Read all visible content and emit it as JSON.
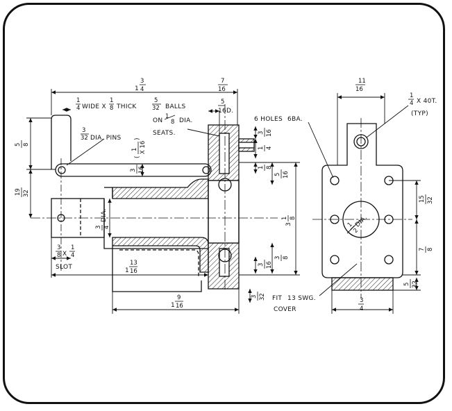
{
  "colors": {
    "ink": "#111111",
    "paper": "#ffffff",
    "hatch": "#333333"
  },
  "notes": {
    "wide_thick": "WIDE X",
    "thick": "THICK",
    "balls": "BALLS",
    "on_dia": "ON",
    "dia": "DIA.",
    "seats": "SEATS.",
    "dia_pins": "DIA. PINS",
    "six_holes": "6 HOLES",
    "six_ba": "6BA.",
    "x40t": "X 40T.",
    "typ": "(TYP)",
    "slot": "SLOT",
    "fit": "FIT",
    "swg": "13 SWG.",
    "cover": "COVER",
    "dia_bore": "DIA.",
    "dia_half": "DIA.",
    "sixteen_d": "16D."
  },
  "fractions": {
    "overall_len": {
      "whole": "1",
      "num": "3",
      "den": "4"
    },
    "top_right": {
      "num": "7",
      "den": "16"
    },
    "wide": {
      "num": "1",
      "den": "4"
    },
    "thick": {
      "num": "1",
      "den": "8"
    },
    "balls": {
      "num": "5",
      "den": "32"
    },
    "ball_dia": {
      "num": "1",
      "den": "8"
    },
    "pins": {
      "num": "3",
      "den": "32"
    },
    "left_top": {
      "num": "5",
      "den": "8"
    },
    "left_mid": {
      "num": "19",
      "den": "32"
    },
    "x16": {
      "num": "1",
      "den": "X 16"
    },
    "lever": {
      "num": "3",
      "den": "16"
    },
    "bore": {
      "num": "3",
      "den": "4"
    },
    "slot_a": {
      "num": "3",
      "den": "8"
    },
    "slot_b": {
      "num": "1",
      "den": "4"
    },
    "body_len": {
      "whole": "1",
      "num": "13",
      "den": "16"
    },
    "base_len": {
      "whole": "1",
      "num": "9",
      "den": "16"
    },
    "d516": {
      "num": "5",
      "den": "16"
    },
    "r316a": {
      "num": "3",
      "den": "16"
    },
    "r14": {
      "num": "1",
      "den": "4"
    },
    "r18": {
      "num": "1",
      "den": "8"
    },
    "r516": {
      "num": "5",
      "den": "16"
    },
    "r316b": {
      "num": "3",
      "den": "16"
    },
    "r38": {
      "num": "3",
      "den": "8"
    },
    "r332": {
      "num": "3",
      "den": "32"
    },
    "big318": {
      "whole": "3",
      "num": "1",
      "den": "8"
    },
    "side_w": {
      "num": "11",
      "den": "16"
    },
    "tap": {
      "num": "1",
      "den": "4"
    },
    "side_1532": {
      "num": "15",
      "den": "32"
    },
    "side_78": {
      "num": "7",
      "den": "8"
    },
    "side_532": {
      "num": "5",
      "den": "32"
    },
    "base_34": {
      "num": "3",
      "den": "4"
    },
    "half_dia": {
      "num": "1",
      "den": "2"
    }
  }
}
